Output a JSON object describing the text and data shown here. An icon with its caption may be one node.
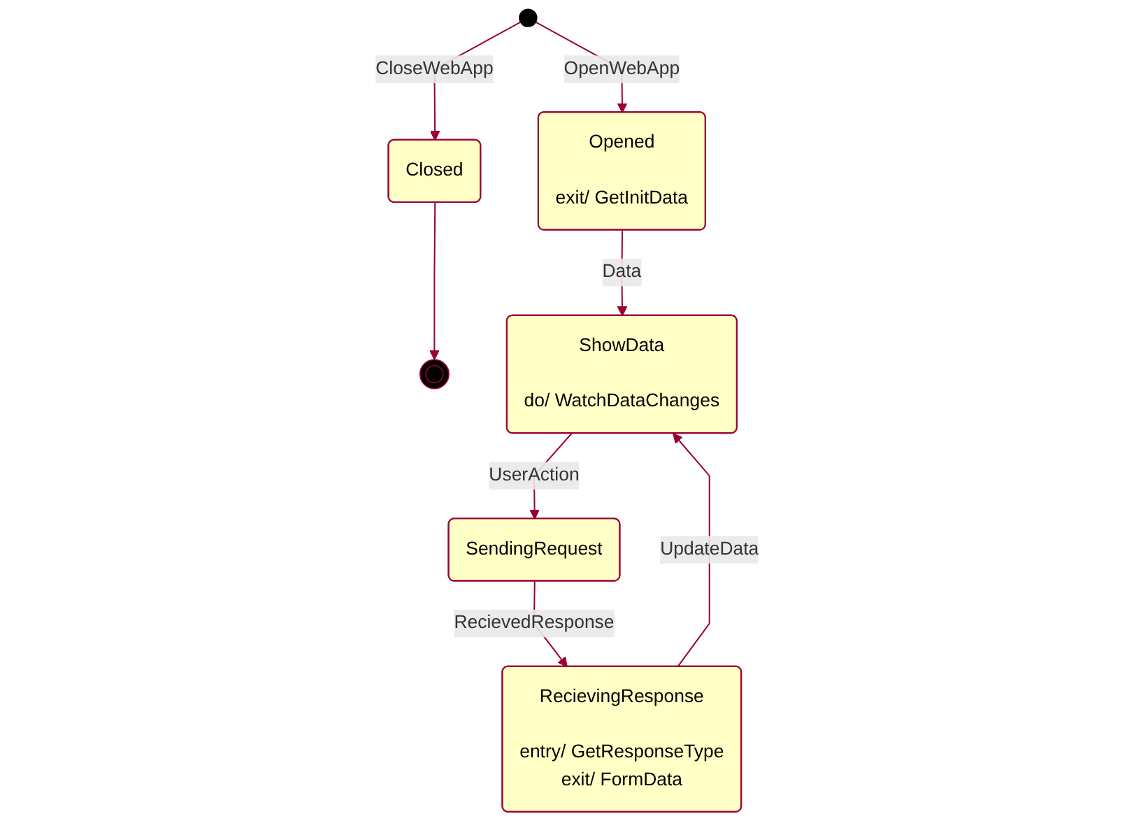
{
  "diagram": {
    "nodes": [
      {
        "text": [],
        "shape": "circle"
      },
      {
        "text": [
          "Opened",
          "exit/ GetInitData"
        ]
      },
      {
        "text": [
          "Closed"
        ]
      },
      {
        "text": [],
        "shape": "circle"
      },
      {
        "text": [
          "ShowData",
          "do/ WatchDataChanges"
        ]
      },
      {
        "text": [
          "SendingRequest"
        ]
      },
      {
        "text": [
          "RecievingResponse",
          "entry/ GetResponseType",
          "exit/ FormData"
        ]
      }
    ],
    "edges": [
      {
        "from": 0,
        "to": 1,
        "arrow": "to",
        "label": "OpenWebApp"
      },
      {
        "from": 0,
        "to": 2,
        "arrow": "to",
        "label": "CloseWebApp"
      },
      {
        "from": 2,
        "to": 3,
        "arrow": "to"
      },
      {
        "from": 1,
        "to": 4,
        "arrow": "to",
        "label": "Data"
      },
      {
        "from": 4,
        "to": 5,
        "arrow": "to",
        "label": "UserAction"
      },
      {
        "from": 5,
        "to": 6,
        "arrow": "to",
        "label": "RecievedResponse"
      },
      {
        "from": 6,
        "to": 4,
        "arrow": "to",
        "label": "UpdateData"
      }
    ]
  }
}
